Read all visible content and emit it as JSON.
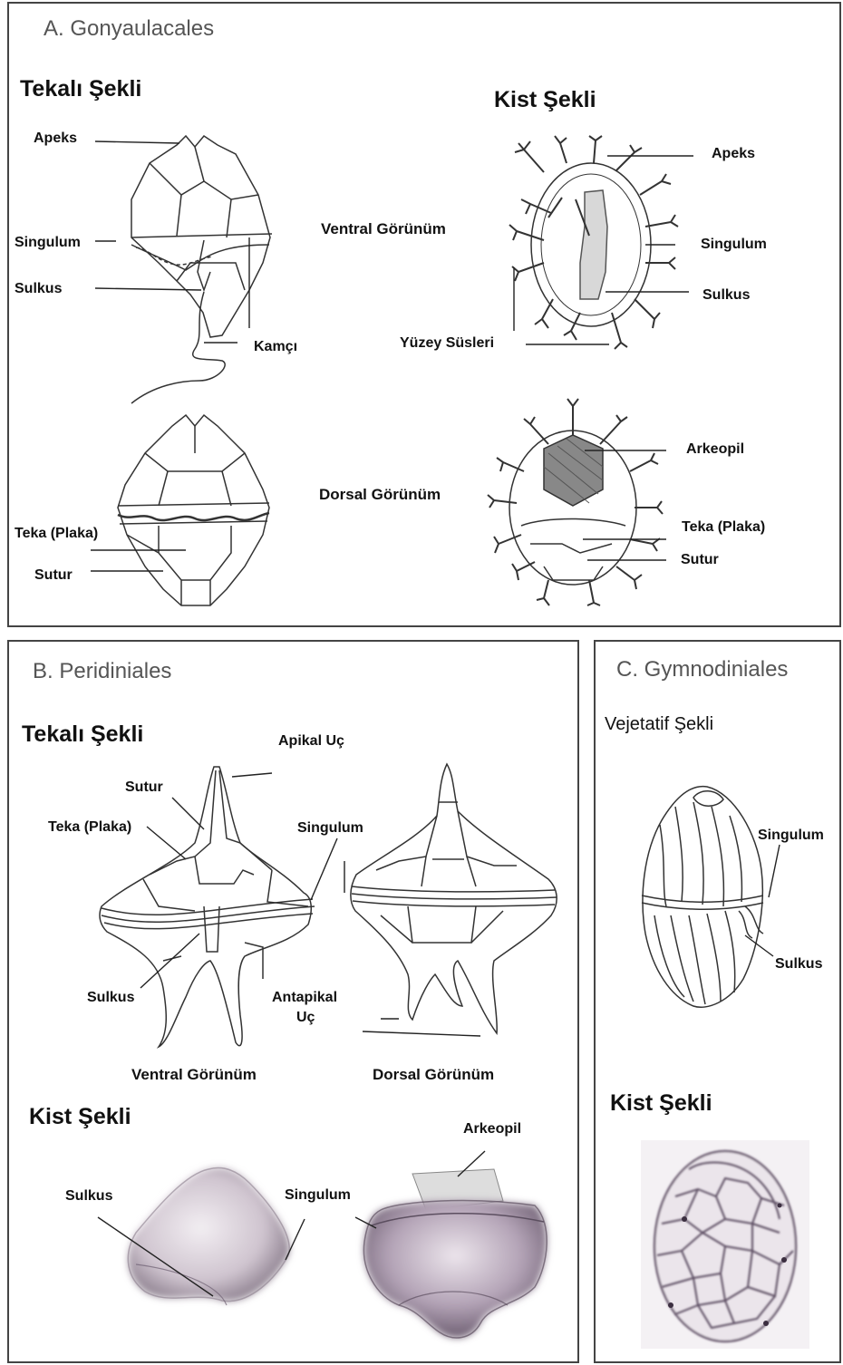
{
  "panelA": {
    "title": "A. Gonyaulacales",
    "theca_heading": "Tekalı Şekli",
    "cyst_heading": "Kist Şekli",
    "ventral_view": "Ventral Görünüm",
    "dorsal_view": "Dorsal Görünüm",
    "labels": {
      "apex": "Apeks",
      "cingulum": "Singulum",
      "sulcus": "Sulkus",
      "flagellum": "Kamçı",
      "theca_plate": "Teka (Plaka)",
      "suture": "Sutur",
      "cyst_apex": "Apeks",
      "cyst_cingulum": "Singulum",
      "cyst_sulcus": "Sulkus",
      "surface_ornament": "Yüzey Süsleri",
      "archeopyle": "Arkeopil",
      "cyst_theca_plate": "Teka (Plaka)",
      "cyst_suture": "Sutur"
    }
  },
  "panelB": {
    "title": "B. Peridiniales",
    "theca_heading": "Tekalı Şekli",
    "cyst_heading": "Kist Şekli",
    "ventral_view": "Ventral Görünüm",
    "dorsal_view": "Dorsal Görünüm",
    "labels": {
      "apical_horn": "Apikal Uç",
      "suture": "Sutur",
      "theca_plate": "Teka (Plaka)",
      "cingulum": "Singulum",
      "sulcus": "Sulkus",
      "antapical_1": "Antapikal",
      "antapical_2": "Uç",
      "cyst_sulcus": "Sulkus",
      "cyst_cingulum": "Singulum",
      "archeopyle": "Arkeopil"
    }
  },
  "panelC": {
    "title": "C. Gymnodiniales",
    "vegetative_heading": "Vejetatif Şekli",
    "cyst_heading": "Kist Şekli",
    "labels": {
      "cingulum": "Singulum",
      "sulcus": "Sulkus"
    }
  }
}
